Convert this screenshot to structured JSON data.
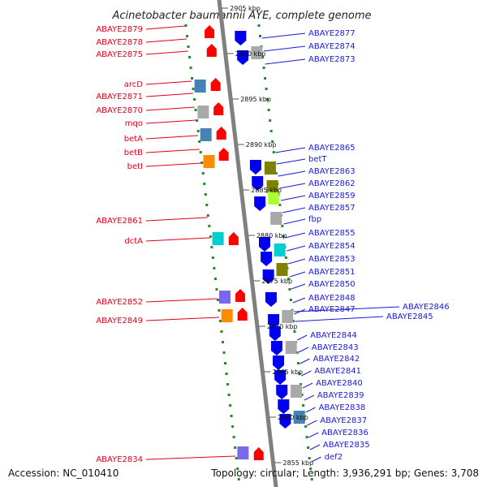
{
  "title": "Acinetobacter baumannii AYE, complete genome",
  "accession_text": "Accession: NC_010410",
  "topology_text": "Topology: circular; Length: 3,936,291 bp; Genes: 3,708",
  "colors": {
    "forward_label": "#e0001a",
    "reverse_label": "#1a1ad6",
    "forward_gene": "#ff0000",
    "reverse_gene": "#0000ee",
    "backbone": "#808080",
    "dots": "#228b22",
    "cog_steelblue": "#4682b4",
    "cog_orange": "#ff8c00",
    "cog_cyan": "#00ced1",
    "cog_olive": "#808000",
    "cog_lightgreen": "#adff2f",
    "cog_purple": "#7b68ee",
    "cog_gray": "#a9a9a9"
  },
  "tick_labels": [
    "2905 kbp",
    "2900 kbp",
    "2895 kbp",
    "2890 kbp",
    "2885 kbp",
    "2880 kbp",
    "2875 kbp",
    "2870 kbp",
    "2865 kbp",
    "2860 kbp",
    "2855 kbp"
  ],
  "left_labels": [
    "ABAYE2879",
    "ABAYE2878",
    "ABAYE2875",
    "arcD",
    "ABAYE2871",
    "ABAYE2870",
    "mqo",
    "betA",
    "betB",
    "betI",
    "ABAYE2861",
    "dctA",
    "ABAYE2852",
    "ABAYE2849",
    "ABAYE2834"
  ],
  "right_labels": [
    "ABAYE2877",
    "ABAYE2874",
    "ABAYE2873",
    "ABAYE2865",
    "betT",
    "ABAYE2863",
    "ABAYE2862",
    "ABAYE2859",
    "ABAYE2857",
    "fbp",
    "ABAYE2855",
    "ABAYE2854",
    "ABAYE2853",
    "ABAYE2851",
    "ABAYE2850",
    "ABAYE2848",
    "ABAYE2847",
    "ABAYE2846",
    "ABAYE2845",
    "ABAYE2844",
    "ABAYE2843",
    "ABAYE2842",
    "ABAYE2841",
    "ABAYE2840",
    "ABAYE2839",
    "ABAYE2838",
    "ABAYE2837",
    "ABAYE2836",
    "ABAYE2835",
    "def2"
  ]
}
